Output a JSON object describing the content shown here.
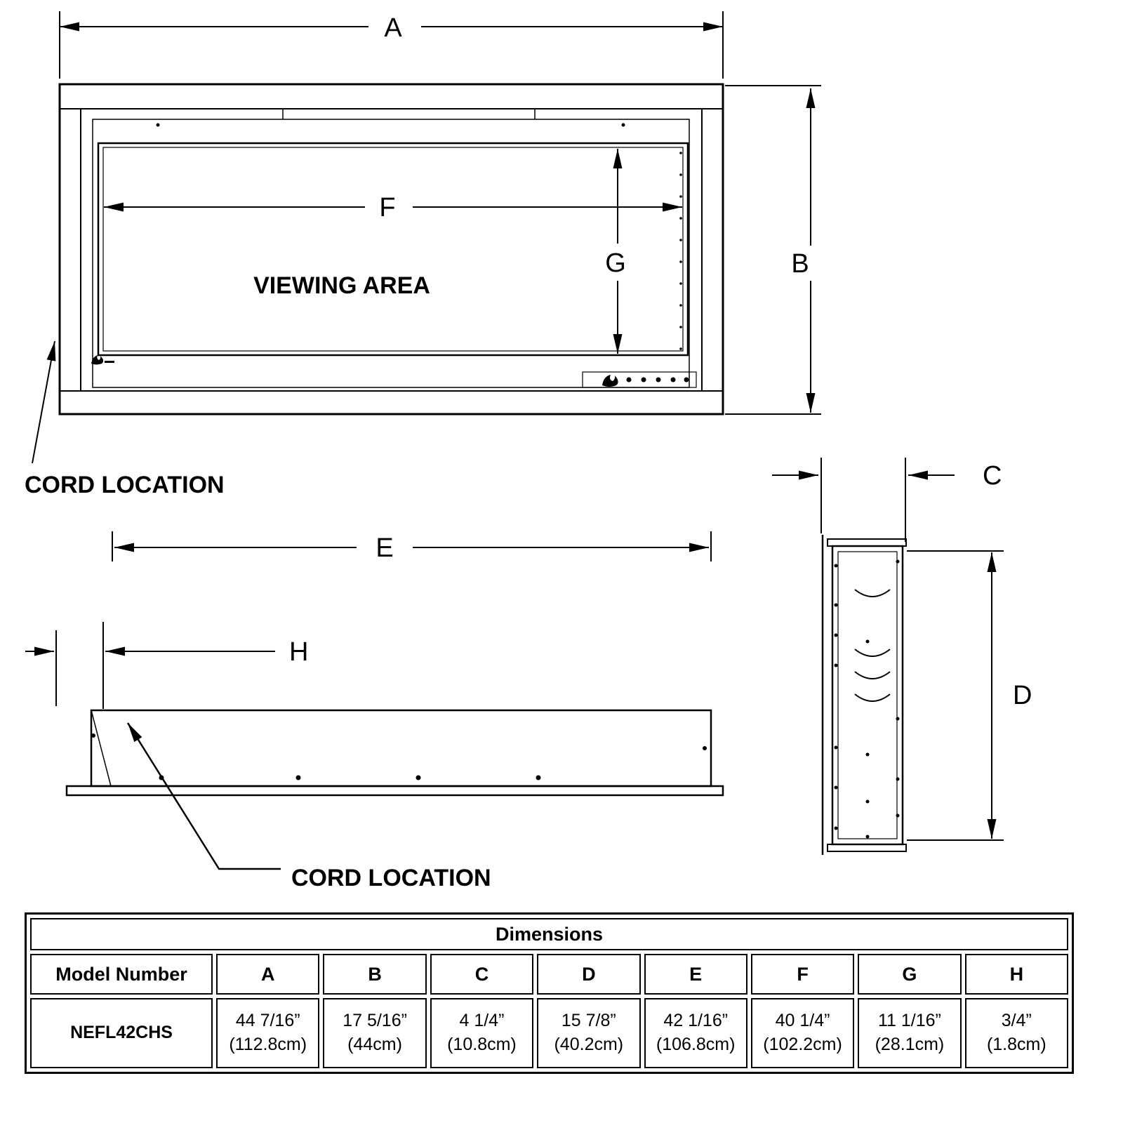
{
  "diagram": {
    "front_view": {
      "dim_a_label": "A",
      "dim_b_label": "B",
      "dim_f_label": "F",
      "dim_g_label": "G",
      "viewing_area_label": "VIEWING AREA",
      "cord_location_label": "CORD LOCATION"
    },
    "plan_view": {
      "dim_e_label": "E",
      "dim_h_label": "H",
      "cord_location_label": "CORD LOCATION"
    },
    "side_view": {
      "dim_c_label": "C",
      "dim_d_label": "D"
    }
  },
  "dimensions_table": {
    "title": "Dimensions",
    "columns": [
      "Model Number",
      "A",
      "B",
      "C",
      "D",
      "E",
      "F",
      "G",
      "H"
    ],
    "rows": [
      {
        "model": "NEFL42CHS",
        "values": [
          {
            "inches": "44 7/16”",
            "cm": "(112.8cm)"
          },
          {
            "inches": "17 5/16”",
            "cm": "(44cm)"
          },
          {
            "inches": "4 1/4”",
            "cm": "(10.8cm)"
          },
          {
            "inches": "15 7/8”",
            "cm": "(40.2cm)"
          },
          {
            "inches": "42 1/16”",
            "cm": "(106.8cm)"
          },
          {
            "inches": "40 1/4”",
            "cm": "(102.2cm)"
          },
          {
            "inches": "11 1/16”",
            "cm": "(28.1cm)"
          },
          {
            "inches": "3/4”",
            "cm": "(1.8cm)"
          }
        ]
      }
    ]
  }
}
